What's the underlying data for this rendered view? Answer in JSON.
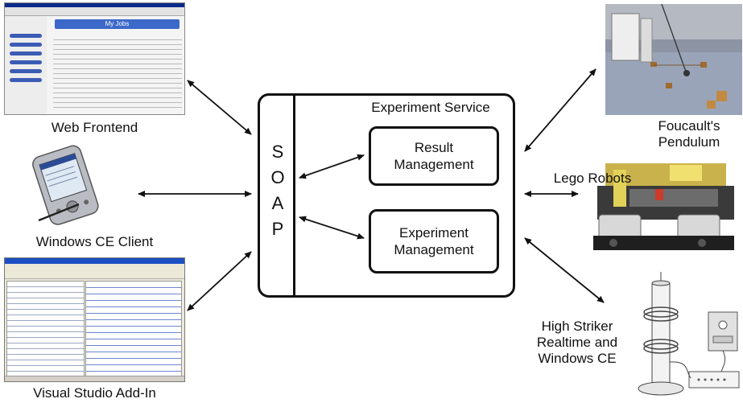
{
  "service": {
    "title": "Experiment Service",
    "protocol_letters": [
      "S",
      "O",
      "A",
      "P"
    ],
    "modules": [
      {
        "line1": "Result",
        "line2": "Management"
      },
      {
        "line1": "Experiment",
        "line2": "Management"
      }
    ]
  },
  "clients": {
    "web_frontend": {
      "label": "Web Frontend",
      "page_title": "My Jobs"
    },
    "windows_ce": {
      "label": "Windows CE Client"
    },
    "visual_studio": {
      "label": "Visual Studio Add-In"
    }
  },
  "experiments": {
    "foucault": {
      "line1": "Foucault's",
      "line2": "Pendulum"
    },
    "lego": {
      "label": "Lego Robots"
    },
    "high_striker": {
      "line1": "High Striker",
      "line2": "Realtime and",
      "line3": "Windows CE"
    }
  }
}
